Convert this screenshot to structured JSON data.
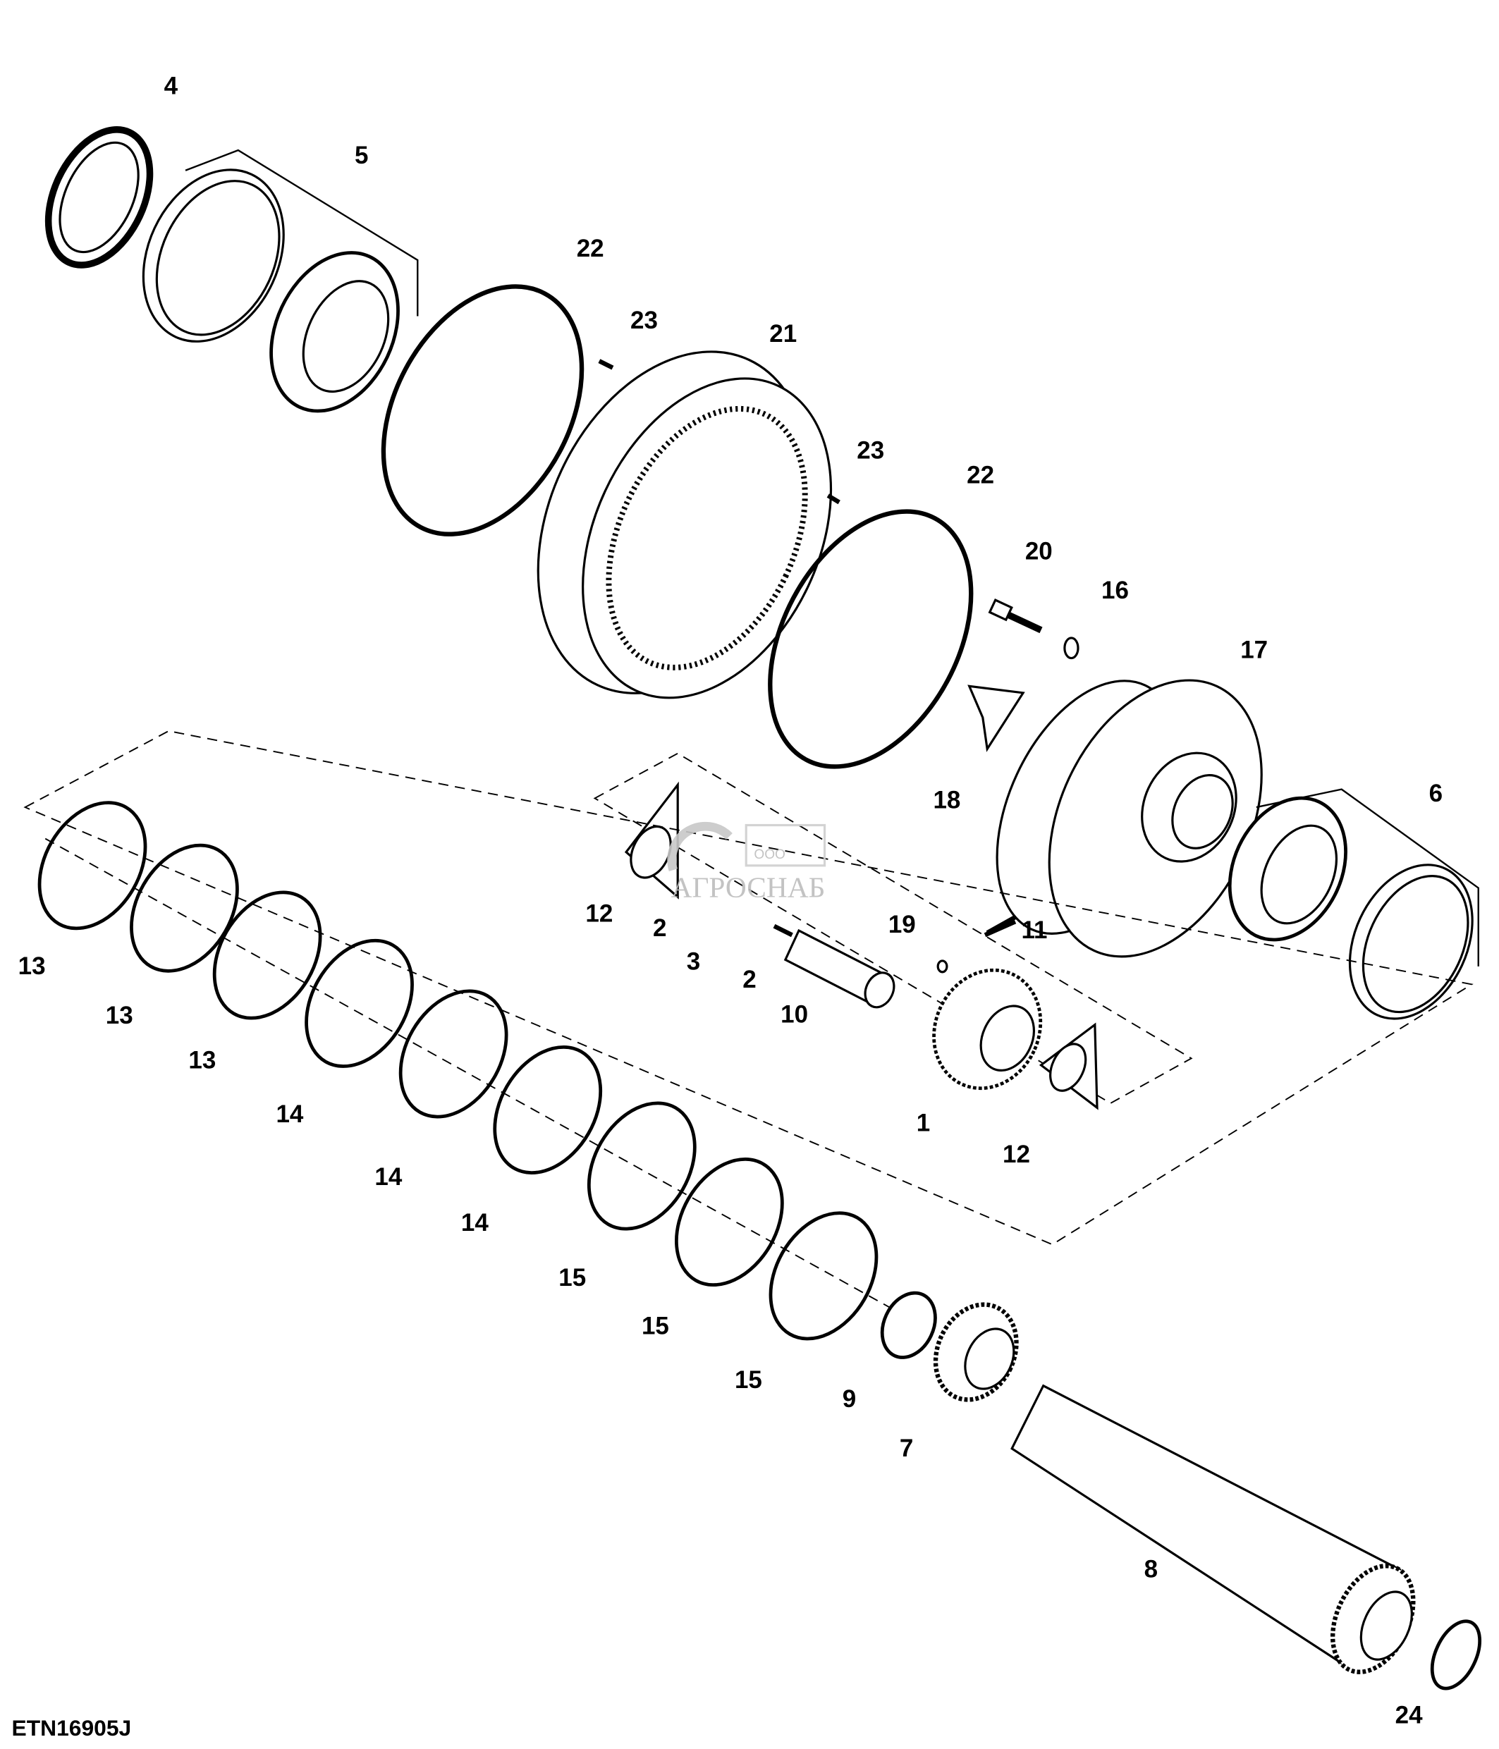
{
  "figure_id": "ETN16905J",
  "watermark": {
    "prefix": "ООО",
    "name": "АГРОСНАБ"
  },
  "callouts": [
    "4",
    "5",
    "22",
    "23",
    "21",
    "23",
    "22",
    "20",
    "16",
    "17",
    "18",
    "6",
    "12",
    "2",
    "3",
    "2",
    "19",
    "10",
    "11",
    "1",
    "12",
    "13",
    "13",
    "13",
    "14",
    "14",
    "14",
    "15",
    "15",
    "15",
    "9",
    "7",
    "8",
    "24"
  ]
}
